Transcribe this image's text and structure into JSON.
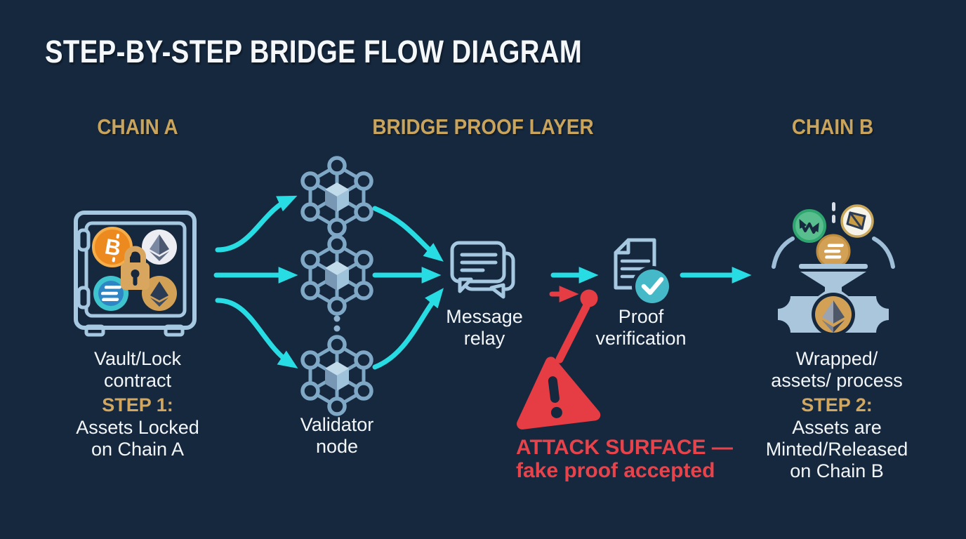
{
  "title": "STEP-BY-STEP BRIDGE FLOW DIAGRAM",
  "columns": [
    {
      "id": "chain-a",
      "label": "CHAIN A"
    },
    {
      "id": "bridge-proof-layer",
      "label": "BRIDGE PROOF LAYER"
    },
    {
      "id": "chain-b",
      "label": "CHAIN B"
    }
  ],
  "nodes": {
    "vault": {
      "label_line1": "Vault/Lock",
      "label_line2": "contract"
    },
    "validator": {
      "label_line1": "Validator",
      "label_line2": "node"
    },
    "relay": {
      "label_line1": "Message",
      "label_line2": "relay"
    },
    "proof": {
      "label_line1": "Proof",
      "label_line2": "verification"
    },
    "wrapped": {
      "label_line1": "Wrapped/",
      "label_line2": "assets/ process"
    }
  },
  "steps": {
    "step1": {
      "heading": "STEP 1:",
      "line1": "Assets Locked",
      "line2": "on Chain A"
    },
    "step2": {
      "heading": "STEP 2:",
      "line1": "Assets are",
      "line2": "Minted/Released",
      "line3": "on Chain B"
    }
  },
  "attack": {
    "line1": "ATTACK SURFACE —",
    "line2": "fake proof accepted"
  },
  "icons": {
    "btc_symbol": "B",
    "names": [
      "vault-lock-icon",
      "bitcoin-coin-icon",
      "ethereum-coin-icon",
      "solana-coin-icon",
      "gold-eth-coin-icon",
      "padlock-icon",
      "validator-node-icon",
      "message-relay-icon",
      "proof-verification-icon",
      "warning-triangle-icon",
      "green-swap-coin-icon",
      "wrapped-token-coin-icon",
      "gold-solana-coin-icon",
      "funnel-icon",
      "banknote-eth-icon"
    ]
  },
  "colors": {
    "background": "#16283E",
    "heading_gold": "#C9A45C",
    "step_gold": "#D2A75F",
    "flow_cyan": "#28DCE4",
    "icon_steel_light": "#A6C8E1",
    "icon_steel_mid": "#7FA7C6",
    "alert_red": "#E63C43",
    "alert_text_red": "#E8434B",
    "check_teal": "#45B9C8",
    "lock_gold": "#D9A65F",
    "text_white": "#F3F6F9"
  }
}
